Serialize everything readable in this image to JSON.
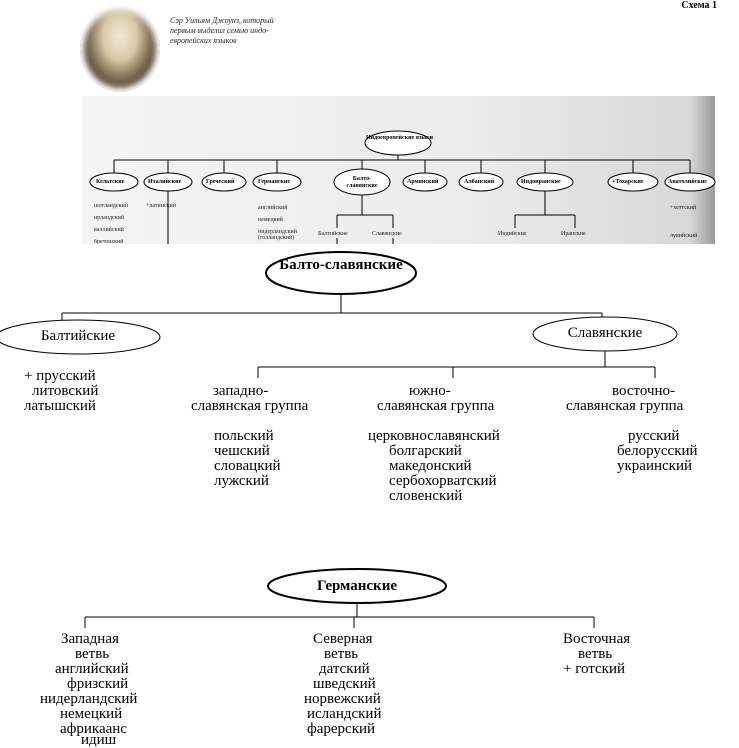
{
  "scheme_label": "Схема 1",
  "portrait_caption": "Сэр Уильям Джоунз, который первым выделил семью индо-европейских языков",
  "overview": {
    "root": "Индоевропейские языки",
    "branches": [
      "Кельтские",
      "Италийские",
      "Греческий",
      "Германские",
      "Балто-славянские",
      "Армянский",
      "Албанский",
      "Индоиранские",
      "+Тохарские",
      "Анатолийские"
    ],
    "celtic_langs": [
      "шотландский",
      "ирландский",
      "валлийский",
      "бретонский"
    ],
    "italic_langs": [
      "+латинский"
    ],
    "germanic_langs": [
      "английский",
      "немецкий",
      "нидерландский (голландский)"
    ],
    "baltoslavic_langs": [
      "Балтийские",
      "Славянские"
    ],
    "indoiranian_langs": [
      "Индийские",
      "Иранские"
    ],
    "anatolian_langs": [
      "+хеттский",
      "лувийский"
    ]
  },
  "baltoslavic": {
    "root": "Балто-славянские",
    "baltic": {
      "name": "Балтийские",
      "langs": [
        "+ прусский",
        "литовский",
        "латышский"
      ]
    },
    "slavic": {
      "name": "Славянские",
      "west": {
        "group": [
          "западно-",
          "славянская группа"
        ],
        "langs": [
          "польский",
          "чешский",
          "словацкий",
          "лужский"
        ]
      },
      "south": {
        "group": [
          "южно-",
          "славянская группа"
        ],
        "langs": [
          "церковнославянский",
          "болгарский",
          "македонский",
          "сербохорватский",
          "словенский"
        ]
      },
      "east": {
        "group": [
          "восточно-",
          "славянская группа"
        ],
        "langs": [
          "русский",
          "белорусский",
          "украинский"
        ]
      }
    }
  },
  "germanic": {
    "root": "Германские",
    "west": {
      "title": [
        "Западная",
        "ветвь"
      ],
      "langs": [
        "английский",
        "фризский",
        "нидерландский",
        "немецкий",
        "африкаанс",
        "идиш"
      ]
    },
    "north": {
      "title": [
        "Северная",
        "ветвь"
      ],
      "langs": [
        "датский",
        "шведский",
        "норвежский",
        "исландский",
        "фарерский"
      ]
    },
    "east": {
      "title": [
        "Восточная",
        "ветвь"
      ],
      "langs": [
        "+ готский"
      ]
    }
  }
}
